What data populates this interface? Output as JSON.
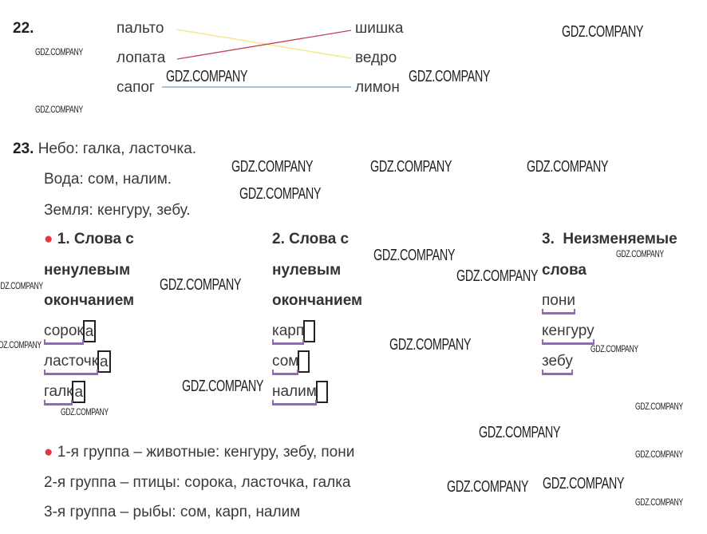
{
  "task22": {
    "number": "22.",
    "left": [
      "пальто",
      "лопата",
      "сапог"
    ],
    "right": [
      "шишка",
      "ведро",
      "лимон"
    ],
    "line_colors": {
      "пальто-ведро": "#f2ea8c",
      "лопата-шишка": "#c0415a",
      "сапог-лимон": "#6aa0c8"
    }
  },
  "task23": {
    "number": "23.",
    "line1": "Небо: галка, ласточка.",
    "line2": "Вода: сом, налим.",
    "line3": "Земля: кенгуру, зебу.",
    "bullet": "●",
    "col1": {
      "title": [
        "1. Слова с",
        "ненулевым",
        "окончанием"
      ],
      "words": [
        {
          "stem": "сорок",
          "end": "а"
        },
        {
          "stem": "ласточк",
          "end": "а"
        },
        {
          "stem": "галк",
          "end": "а"
        }
      ]
    },
    "col2": {
      "title": [
        "2. Слова с",
        "нулевым",
        "окончанием"
      ],
      "words": [
        {
          "stem": "карп",
          "end": ""
        },
        {
          "stem": "сом",
          "end": ""
        },
        {
          "stem": "налим",
          "end": ""
        }
      ]
    },
    "col3": {
      "title": [
        "3.  Неизменяемые",
        "слова"
      ],
      "words": [
        "пони",
        "кенгуру",
        "зебу"
      ]
    },
    "groups": [
      "1-я группа – животные: кенгуру, зебу, пони",
      "2-я группа – птицы: сорока, ласточка, галка",
      "3-я группа – рыбы: сом, карп, налим"
    ]
  },
  "watermark": "GDZ.COMPANY",
  "colors": {
    "accent_bullet": "#e5383b",
    "stem_underline": "#9467bd"
  }
}
